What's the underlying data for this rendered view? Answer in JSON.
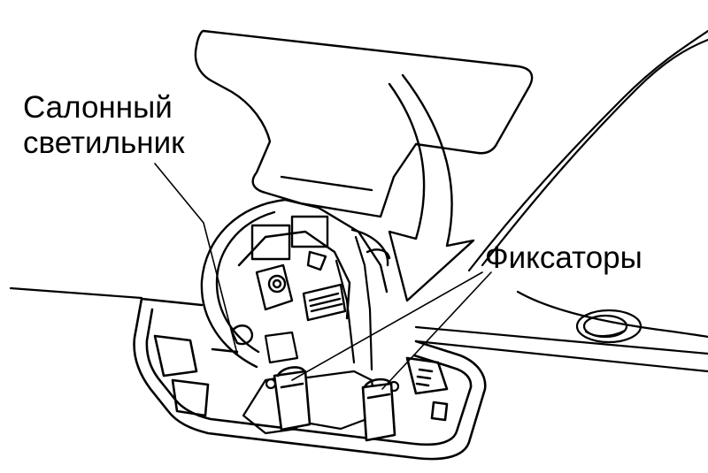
{
  "labels": {
    "lamp_line1": "Салонный",
    "lamp_line2": "светильник",
    "clips": "Фиксаторы"
  },
  "colors": {
    "ink": "#000000",
    "paper": "#ffffff"
  }
}
